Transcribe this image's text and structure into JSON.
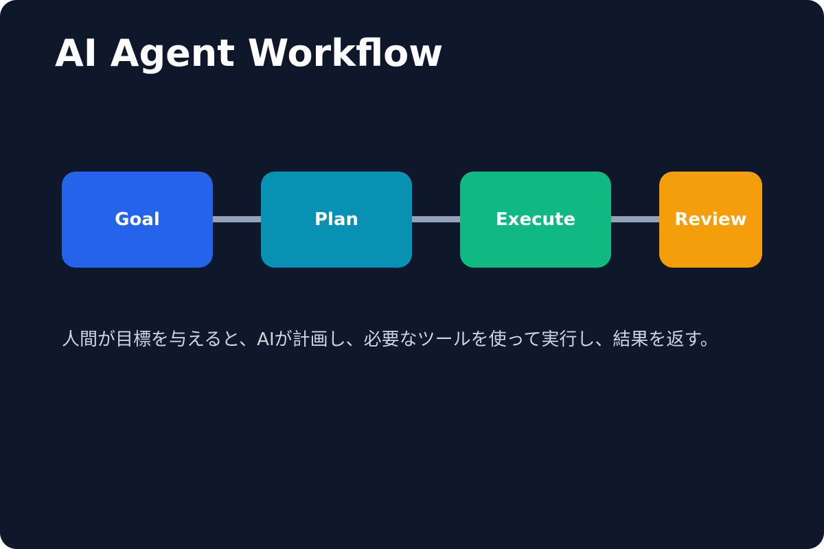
{
  "title": "AI Agent Workflow",
  "nodes": [
    {
      "label": "Goal",
      "color": "#2563eb"
    },
    {
      "label": "Plan",
      "color": "#0891b2"
    },
    {
      "label": "Execute",
      "color": "#10b981"
    },
    {
      "label": "Review",
      "color": "#f59e0b"
    }
  ],
  "connector_color": "#94a3b8",
  "background_color": "#0f172a",
  "description": "人間が目標を与えると、AIが計画し、必要なツールを使って実行し、結果を返す。"
}
